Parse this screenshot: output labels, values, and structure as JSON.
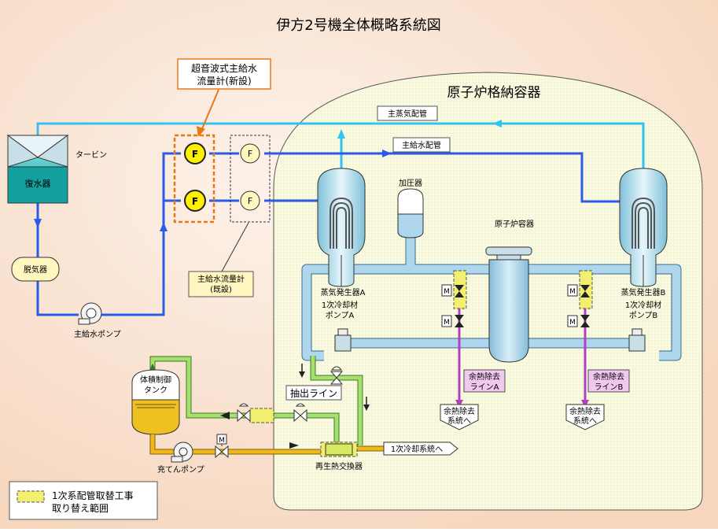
{
  "title": "伊方2号機全体概略系統図",
  "labels": {
    "containment": "原子炉格納容器",
    "turbine": "タービン",
    "condenser": "復水器",
    "deaerator": "脱気器",
    "feed_pump": "主給水ポンプ",
    "new_meter_1": "超音波式主給水",
    "new_meter_2": "流量計(新設)",
    "existing_meter_1": "主給水流量計",
    "existing_meter_2": "(既設)",
    "main_steam": "主蒸気配管",
    "main_feed": "主給水配管",
    "pressurizer": "加圧器",
    "reactor_vessel": "原子炉容器",
    "sg_a": "蒸気発生器A",
    "sg_b": "蒸気発生器B",
    "rcp_a_1": "1次冷却材",
    "rcp_a_2": "ポンプA",
    "rcp_b_1": "1次冷却材",
    "rcp_b_2": "ポンプB",
    "rhr_a_1": "余熱除去",
    "rhr_a_2": "ラインA",
    "rhr_b_1": "余熱除去",
    "rhr_b_2": "ラインB",
    "to_rhr_a_1": "余熱除去",
    "to_rhr_a_2": "系統へ",
    "to_rhr_b_1": "余熱除去",
    "to_rhr_b_2": "系統へ",
    "letdown_line": "抽出ライン",
    "vct_1": "体積制御",
    "vct_2": "タンク",
    "charging_pump": "充てんポンプ",
    "regen_hx": "再生熱交換器",
    "to_primary": "1次冷却系統へ",
    "flow_f": "F",
    "valve_m": "M",
    "legend_1": "1次系配管取替工事",
    "legend_2": "取り替え範囲"
  },
  "colors": {
    "steam": "#33c3ee",
    "feedwater": "#2b5ce8",
    "primary": "#aed6ec",
    "letdown": "#8fd060",
    "charging": "#f0b818",
    "rhr": "#b040c0",
    "highlight": "#e87818"
  }
}
